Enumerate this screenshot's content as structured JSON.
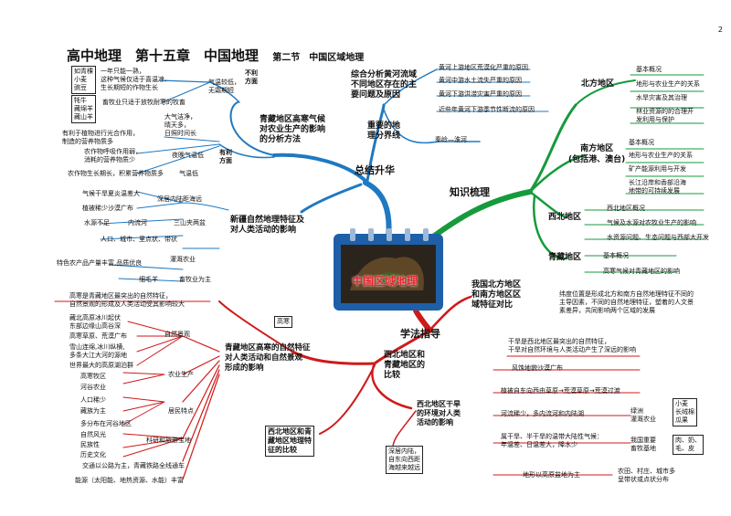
{
  "page_number": "2",
  "title": {
    "main": "高中地理　第十五章　中国地理",
    "section": "第二节　中国区域地理"
  },
  "center_label": "中国区域地理",
  "hubs": {
    "summary": "总结升华",
    "knowledge": "知识梳理",
    "method": "学法指导"
  },
  "summary": {
    "yellow_river": {
      "head": "综合分析黄河流域\n不同地区存在的主\n要问题及原因",
      "items": [
        "黄河上游地区荒漠化严重的原因",
        "黄河中游水土流失严重的原因",
        "黄河下游洪涝灾害严重的原因",
        "近些年黄河下游季节性断流的原因"
      ]
    },
    "boundary": {
      "head": "重要的地\n理分界线",
      "item": "秦岭—淮河"
    },
    "tibet_ag": {
      "head": "青藏地区高寒气候\n对农业生产的影响\n的分析方法",
      "unfav": "不利\n方面",
      "unfav_a": "气温较低，\n无霜期短",
      "unfav_a1": "一年只能一熟，\n这种气候仅适于喜温凉、\n生长期短的作物生长",
      "unfav_a1_box": "如青稞\n小麦\n豌豆",
      "unfav_b1": "畜牧业只适于放牧耐寒的牧畜",
      "unfav_b1_box": "牦牛\n藏绵羊\n藏山羊",
      "fav": "有利\n方面",
      "fav_a": "大气洁净，\n晴天多，\n日照时间长",
      "fav_a1": "有利于植物进行光合作用，\n制造的营养物质多",
      "fav_b": "夜晚气温低",
      "fav_b1": "农作物呼吸作用弱，\n消耗的营养物质少",
      "fav_c": "气温低",
      "fav_c1": "农作物生长期长，积累营养物质多"
    },
    "xinjiang": {
      "head": "新疆自然地理特征及\n对人类活动的影响",
      "rows": [
        "气候干旱夏炎温差大",
        "植被稀少沙漠广布"
      ],
      "a": "深居内陆距海远",
      "b1": "水源不足",
      "b2": "内流河",
      "b3": "三山夹两盆",
      "c": "人口、城市、里点状、带状",
      "d": "灌溉农业",
      "d1": "特色农产品产量丰富,品质优良",
      "e1": "细毛羊",
      "e2": "畜牧业为主"
    }
  },
  "knowledge": {
    "north": {
      "name": "北方地区",
      "items": [
        "基本概况",
        "地形与农业生产的关系",
        "水旱灾害及其治理",
        "林业资源的的合理开\n发利用与保护"
      ]
    },
    "south": {
      "name": "南方地区\n(包括港、澳台)",
      "items": [
        "基本概况",
        "地形与农业生产的关系",
        "矿产能源利用与开发",
        "长江沿岸和香部沿海\n地带的可持续发展"
      ]
    },
    "northwest": {
      "name": "西北地区",
      "items": [
        "西北地区概况",
        "气候及水源对农牧业生产的影响",
        "水资源问题、生态问题与西部大开发"
      ]
    },
    "qinghai": {
      "name": "青藏地区",
      "items": [
        "基本概况",
        "高寒气候对青藏地区的影响"
      ]
    }
  },
  "method": {
    "ns": {
      "head": "我国北方地区\n和南方地区区\n域特征对比",
      "note": "纬度位置是形成北方和南方自然地理特征不同的\n主导因素，不同的自然地理特征，塑着的人文景\n素差异，共同影响两个区域的发展"
    },
    "nwq": {
      "head": "西北地区和\n青藏地区的\n比较"
    },
    "tibet_side": {
      "head": "青藏地区高寒的自然特征\n对人类活动和自然景观\n形成的影响",
      "tag": "高寒",
      "top": "高寒是青藏地区最突出的自然特征，\n自然景观的形成及人类活动受其影响较大",
      "landscape": "自然景观",
      "l1": "藏北高原冰川起伏\n东部边缘山高谷深",
      "l2": "高寒草原、荒漠广布",
      "l3": "雪山连绵,冰川纵横,\n多条大江大河的源地",
      "l4": "世界最大的高原湖泊群",
      "agri": "农业生产",
      "a1": "高寒牧区",
      "a2": "河谷农业",
      "resid": "居民特点",
      "r1": "人口稀少",
      "r2": "藏族为主",
      "r3": "多分布在河谷地区",
      "tour": "科研和旅游宝地",
      "t1": "自然风光",
      "t2": "民族性",
      "t3": "历史文化",
      "traffic": "交通以公路为主，青藏铁路全线通车",
      "energy": "能源（太阳能、地热资源、水能）丰富",
      "compare_box": "西北地区和青\n藏地区地理特\n征的比较"
    },
    "nw_side": {
      "head": "西北地区干旱\n的环境对人类\n活动的影响",
      "top": "干旱是西北地区最突出的自然特征，\n干旱对自然环境与人类活动产生了深远的影响",
      "s1": "风蚀地貌沙漠广布",
      "s2": "植被自东向西由草原→荒漠草原→荒漠过渡",
      "s3": "河流稀少，多内流河和内陆湖",
      "s3b": "绿洲\n灌溉农业",
      "s3c": "小麦\n长绒棉\n瓜果",
      "s4": "属干旱、半干旱的温带大陆性气候：\n年温差、日温差大，降水少",
      "s4b": "我国重要\n畜牧基地",
      "s4c": "肉、奶、\n毛、皮",
      "s5": "地形以高原盆地为主",
      "s5b": "农田、村庄、城市多\n呈带状或点状分布",
      "inland": "深居内陆，\n自东向西距\n海越来越远"
    }
  }
}
